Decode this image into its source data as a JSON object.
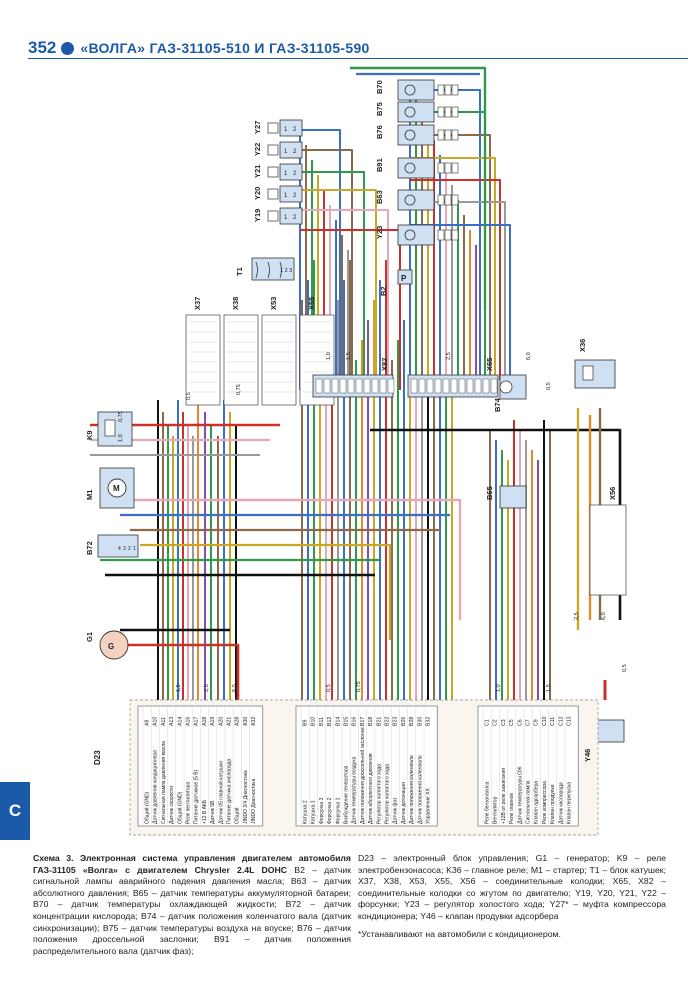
{
  "header": {
    "page_number": "352",
    "title": "«ВОЛГА» ГАЗ-31105-510 И ГАЗ-31105-590"
  },
  "side_tab": "С",
  "colors": {
    "accent": "#1a5aa8",
    "connector_fill": "#cfe0f2"
  },
  "diagram": {
    "top_components": [
      "B70",
      "B75",
      "B76",
      "B91",
      "B63",
      "Y23"
    ],
    "injectors": [
      "Y27",
      "Y22",
      "Y21",
      "Y20",
      "Y19"
    ],
    "coil": "T1",
    "oil_sensor": "B2",
    "connectors_top": [
      "X37",
      "X38",
      "X53",
      "X55"
    ],
    "connectors_mid": [
      "X82",
      "X65",
      "X36"
    ],
    "left_components": [
      "K9",
      "M1",
      "B72",
      "G1"
    ],
    "right_components": [
      "B74",
      "B65",
      "X56",
      "Y46"
    ],
    "ecu": "D23",
    "wire_gauges": [
      "0,5",
      "0,75",
      "1,0",
      "1,5",
      "2,5",
      "6,0"
    ],
    "pin_numbers": [
      "1",
      "2",
      "3",
      "4"
    ],
    "ecu_block_a": {
      "pins": [
        "A9",
        "A10",
        "A11",
        "A13",
        "A14",
        "A16",
        "A17",
        "A18",
        "A19",
        "A20",
        "A21",
        "A28",
        "A30",
        "A32"
      ],
      "labels": [
        "Общий (GND)",
        "Датчик давления кондиционера",
        "Сигнальная лампа давления масла",
        "Датчик скорости",
        "Общий (GND)",
        "Реле вентилятора",
        "Питание датчиков (5 В)",
        "+12 В АКБ",
        "Датчик 5В",
        "Датчик 05 главной катушки",
        "Питание датчика кислорода",
        "Общий",
        "JINDO 2/4 Диагностика",
        "JINDO Диагностика"
      ]
    },
    "ecu_block_b": {
      "pins": [
        "B9",
        "B10",
        "B11",
        "B12",
        "B14",
        "B15",
        "B16",
        "B17",
        "B18",
        "B21",
        "B22",
        "B23",
        "B26",
        "B28",
        "B30",
        "B32"
      ],
      "labels": [
        "Катушка 2",
        "Катушка 1",
        "Форсунка 3",
        "Форсунка 2",
        "Форсунка 1",
        "Возбуждение генератора",
        "Датчик температуры воздуха",
        "Датчик положения дроссельной заслонки",
        "Датчик абсолютного давления",
        "Регулятор холостого хода",
        "Регулятор холостого хода",
        "Датчик фаз",
        "Датчик детонации",
        "Датчик положения коленвала",
        "Датчик положения коленвала",
        "Управление ХХ"
      ]
    },
    "ecu_block_c": {
      "pins": [
        "C1",
        "C2",
        "C3",
        "C5",
        "C6",
        "C7",
        "C9",
        "C10",
        "C11",
        "C12",
        "C13"
      ],
      "labels": [
        "Реле бензонасоса",
        "Вентилятор",
        "+12В от реле зажигания",
        "Реле главное",
        "Датчик температуры ОЖ",
        "Сигнальная лампа",
        "Клапан адсорбера",
        "Реле компрессора",
        "Клапан продувки",
        "Датчик кислорода",
        "Клапан перепуска"
      ]
    }
  },
  "caption": {
    "title": "Схема 3. Электронная система управления двигателем автомобиля ГАЗ-31105 «Волга» с двигателем Chrysler 2.4L DOHC",
    "left_text": "B2 – датчик сигнальной лампы аварийного падения давления масла; B63 – датчик абсолютного давления; B65 – датчик температуры аккумуляторной батареи; B70 – датчик температуры охлаждающей жидкости; B72 – датчик концентрации кислорода; B74 – датчик положения коленчатого вала (датчик синхронизации); B75 – датчик температуры воздуха на впуске; B76 – датчик положения дроссельной заслонки; B91 – датчик положения распределительного вала (датчик фаз);",
    "right_text": "D23 – электронный блок управления; G1 – генератор; K9 – реле электробензонасоса; K36 – главное реле; M1 – стартер; T1 – блок катушек; X37, X38, X53, X55, X56 – соединительные колодки; X65, X82 – соединительные колодки со жгутом по двигателю; Y19, Y20, Y21, Y22 – форсунки; Y23 – регулятор холостого хода; Y27* – муфта компрессора кондиционера; Y46 – клапан продувки адсорбера",
    "footnote": "*Устанавливают на автомобили с кондиционером."
  }
}
